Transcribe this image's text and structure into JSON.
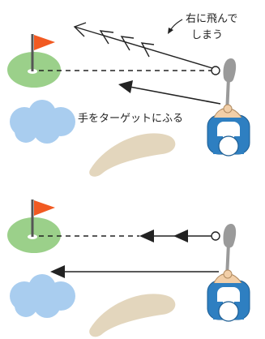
{
  "panels": [
    {
      "id": "wrong-swing",
      "annotations": {
        "ball_flight_label": "右に飛んでしまう",
        "ball_flight_label_line1": "右に飛んで",
        "ball_flight_label_line2": "しまう",
        "swing_label": "手をターゲットにふる"
      }
    },
    {
      "id": "correct-swing",
      "annotations": {}
    }
  ],
  "colors": {
    "green": "#9bd08a",
    "green_dark": "#7fbf6e",
    "flag": "#f15a22",
    "pin": "#555555",
    "cloud": "#a9cdef",
    "bunker": "#e3d6bd",
    "line": "#222222",
    "golfer_shirt": "#2e7fc1",
    "golfer_shirt_light": "#ffffff",
    "golfer_skin": "#f2cfa8",
    "club": "#9a9a9a"
  },
  "icons": [
    "flag-icon",
    "cloud-icon",
    "bunker-icon",
    "golfer-icon",
    "ball-icon"
  ]
}
